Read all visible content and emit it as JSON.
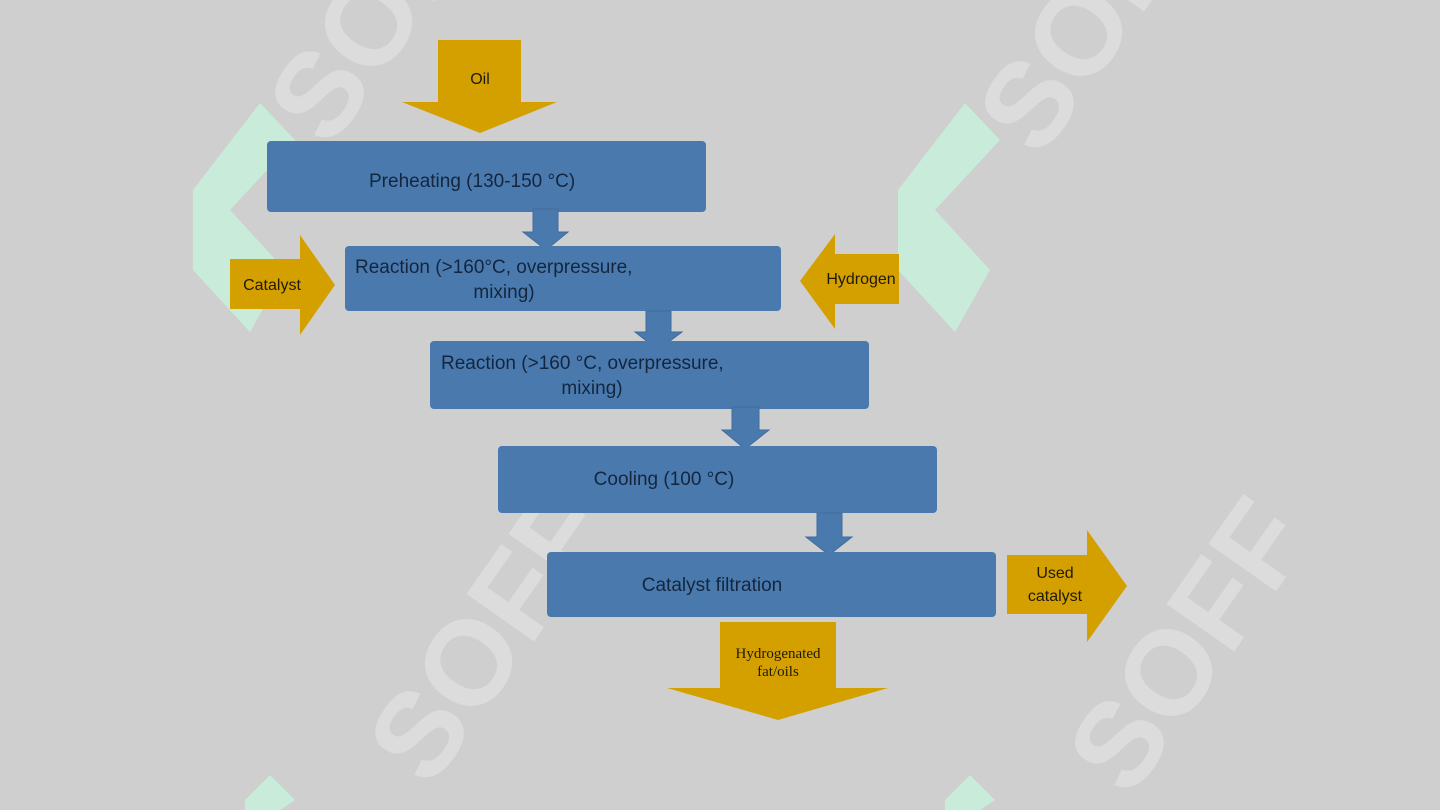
{
  "colors": {
    "background": "#cfcfcf",
    "process_box": "#4a7aad",
    "io_arrow": "#d4a000",
    "connector": "#4a7aad",
    "watermark_logo": "#c8f0dc"
  },
  "watermark": {
    "text": "SOFF"
  },
  "inputs": {
    "oil": "Oil",
    "catalyst": "Catalyst",
    "hydrogen": "Hydrogen"
  },
  "steps": [
    {
      "line1": "Preheating (130-150 °C)"
    },
    {
      "line1": "Reaction (>160°C, overpressure,",
      "line2": "mixing)"
    },
    {
      "line1": "Reaction (>160 °C, overpressure,",
      "line2": "mixing)"
    },
    {
      "line1": "Cooling (100 °C)"
    },
    {
      "line1": "Catalyst filtration"
    }
  ],
  "outputs": {
    "used_catalyst_line1": "Used",
    "used_catalyst_line2": "catalyst",
    "product_line1": "Hydrogenated",
    "product_line2": "fat/oils"
  }
}
